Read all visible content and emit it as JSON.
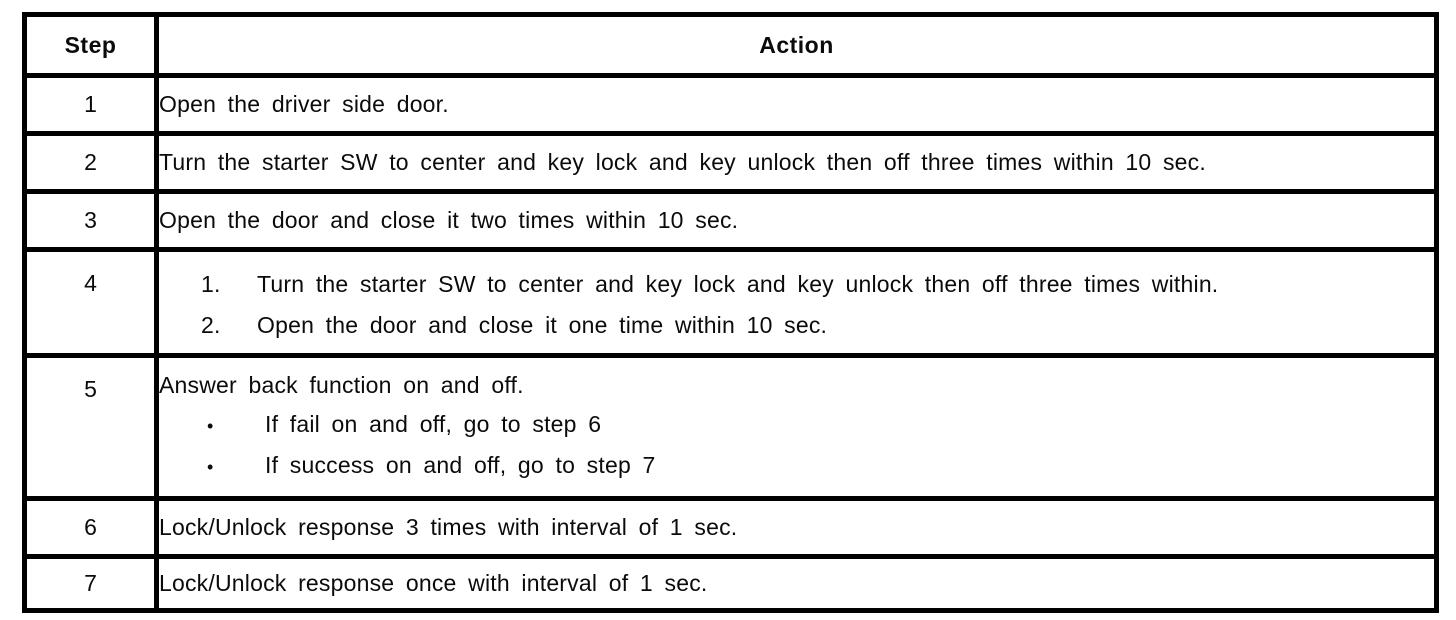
{
  "table": {
    "headers": {
      "step": "Step",
      "action": "Action"
    },
    "rows": [
      {
        "step": "1",
        "action": "Open the driver side door."
      },
      {
        "step": "2",
        "action": "Turn the starter SW to center and key lock and key unlock then off three times within 10 sec."
      },
      {
        "step": "3",
        "action": "Open the door and close it two times within 10 sec."
      },
      {
        "step": "4",
        "numbered_items": [
          {
            "num": "1.",
            "text": "Turn the starter SW to center and key lock and key unlock then off three times within."
          },
          {
            "num": "2.",
            "text": "Open the door and close it one time within 10 sec."
          }
        ]
      },
      {
        "step": "5",
        "action": "Answer back function on and off.",
        "bullet_items": [
          {
            "bullet": "•",
            "text": "If fail on and off, go to step 6"
          },
          {
            "bullet": "•",
            "text": "If success on and off, go to step 7"
          }
        ]
      },
      {
        "step": "6",
        "action": "Lock/Unlock response 3 times with interval of 1 sec."
      },
      {
        "step": "7",
        "action": "Lock/Unlock response once with interval of 1 sec."
      }
    ]
  },
  "colors": {
    "border": "#000000",
    "text": "#0b0b0b",
    "background": "#ffffff"
  }
}
